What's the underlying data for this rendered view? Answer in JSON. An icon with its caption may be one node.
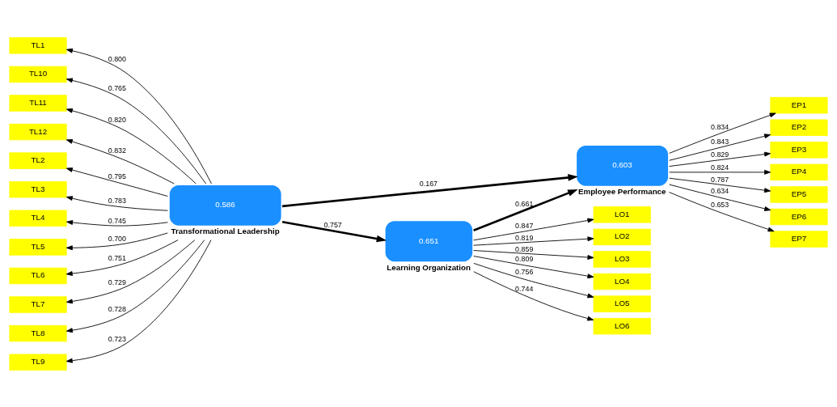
{
  "diagram": {
    "nodes": [
      {
        "text": [
          "0.586"
        ],
        "beside": [
          "Transformational Leadership"
        ]
      },
      {
        "text": [
          "0.651"
        ],
        "beside": [
          "Learning Organization"
        ]
      },
      {
        "text": [
          "0.603"
        ],
        "beside": [
          "Employee Performance"
        ]
      },
      {
        "text": [
          "TL1"
        ]
      },
      {
        "text": [
          "TL10"
        ]
      },
      {
        "text": [
          "TL11"
        ]
      },
      {
        "text": [
          "TL12"
        ]
      },
      {
        "text": [
          "TL2"
        ]
      },
      {
        "text": [
          "TL3"
        ]
      },
      {
        "text": [
          "TL4"
        ]
      },
      {
        "text": [
          "TL5"
        ]
      },
      {
        "text": [
          "TL6"
        ]
      },
      {
        "text": [
          "TL7"
        ]
      },
      {
        "text": [
          "TL8"
        ]
      },
      {
        "text": [
          "TL9"
        ]
      },
      {
        "text": [
          "LO1"
        ]
      },
      {
        "text": [
          "LO2"
        ]
      },
      {
        "text": [
          "LO3"
        ]
      },
      {
        "text": [
          "LO4"
        ]
      },
      {
        "text": [
          "LO5"
        ]
      },
      {
        "text": [
          "LO6"
        ]
      },
      {
        "text": [
          "EP1"
        ]
      },
      {
        "text": [
          "EP2"
        ]
      },
      {
        "text": [
          "EP3"
        ]
      },
      {
        "text": [
          "EP4"
        ]
      },
      {
        "text": [
          "EP5"
        ]
      },
      {
        "text": [
          "EP6"
        ]
      },
      {
        "text": [
          "EP7"
        ]
      }
    ],
    "edges": [
      {
        "from": 0,
        "to": 2,
        "arrow": "to",
        "label": "0.167",
        "style": "thick"
      },
      {
        "from": 0,
        "to": 1,
        "arrow": "to",
        "label": "0.757",
        "style": "thick"
      },
      {
        "from": 1,
        "to": 2,
        "arrow": "to",
        "label": "0.661",
        "style": "thick"
      },
      {
        "from": 0,
        "to": 3,
        "arrow": "to",
        "label": "0.800"
      },
      {
        "from": 0,
        "to": 4,
        "arrow": "to",
        "label": "0.765"
      },
      {
        "from": 0,
        "to": 5,
        "arrow": "to",
        "label": "0.820"
      },
      {
        "from": 0,
        "to": 6,
        "arrow": "to",
        "label": "0.832"
      },
      {
        "from": 0,
        "to": 7,
        "arrow": "to",
        "label": "0.795"
      },
      {
        "from": 0,
        "to": 8,
        "arrow": "to",
        "label": "0.783"
      },
      {
        "from": 0,
        "to": 9,
        "arrow": "to",
        "label": "0.745"
      },
      {
        "from": 0,
        "to": 10,
        "arrow": "to",
        "label": "0.700"
      },
      {
        "from": 0,
        "to": 11,
        "arrow": "to",
        "label": "0.751"
      },
      {
        "from": 0,
        "to": 12,
        "arrow": "to",
        "label": "0.729"
      },
      {
        "from": 0,
        "to": 13,
        "arrow": "to",
        "label": "0.728"
      },
      {
        "from": 0,
        "to": 14,
        "arrow": "to",
        "label": "0.723"
      },
      {
        "from": 1,
        "to": 15,
        "arrow": "to",
        "label": "0.847"
      },
      {
        "from": 1,
        "to": 16,
        "arrow": "to",
        "label": "0.819"
      },
      {
        "from": 1,
        "to": 17,
        "arrow": "to",
        "label": "0.859"
      },
      {
        "from": 1,
        "to": 18,
        "arrow": "to",
        "label": "0.809"
      },
      {
        "from": 1,
        "to": 19,
        "arrow": "to",
        "label": "0.756"
      },
      {
        "from": 1,
        "to": 20,
        "arrow": "to",
        "label": "0.744"
      },
      {
        "from": 2,
        "to": 21,
        "arrow": "to",
        "label": "0.834"
      },
      {
        "from": 2,
        "to": 22,
        "arrow": "to",
        "label": "0.843"
      },
      {
        "from": 2,
        "to": 23,
        "arrow": "to",
        "label": "0.829"
      },
      {
        "from": 2,
        "to": 24,
        "arrow": "to",
        "label": "0.824"
      },
      {
        "from": 2,
        "to": 25,
        "arrow": "to",
        "label": "0.787"
      },
      {
        "from": 2,
        "to": 26,
        "arrow": "to",
        "label": "0.634"
      },
      {
        "from": 2,
        "to": 27,
        "arrow": "to",
        "label": "0.653"
      }
    ]
  }
}
